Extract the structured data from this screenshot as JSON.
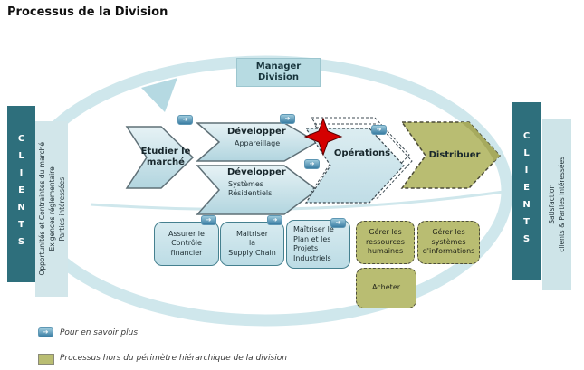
{
  "title": "Processus de la Division",
  "manager": {
    "lines": [
      "Manager",
      "Division"
    ]
  },
  "clients_left": {
    "label": "CLIENTS",
    "inputs": [
      "Opportunités et Contraintes du marché",
      "Exigences réglementaire",
      "Parties intéressées"
    ]
  },
  "clients_right": {
    "label": "CLIENTS",
    "outputs": [
      "Satisfaction",
      "clients & Parties intéressées"
    ]
  },
  "flow": {
    "etudier": {
      "label": "Etudier le marché"
    },
    "dev_appareillage": {
      "title": "Développer",
      "subtitle": "Appareillage"
    },
    "dev_systemes": {
      "title": "Développer",
      "subtitle_lines": [
        "Systèmes",
        "Résidentiels"
      ]
    },
    "operations": {
      "label": "Opérations"
    },
    "distribuer": {
      "label": "Distribuer"
    }
  },
  "support_boxes": [
    {
      "lines": [
        "Assurer le",
        "Contrôle",
        "financier"
      ]
    },
    {
      "lines": [
        "Maitriser",
        "la",
        "Supply Chain"
      ]
    },
    {
      "lines": [
        "Maîtriser le",
        "Plan et les",
        "Projets",
        "Industriels"
      ]
    }
  ],
  "external_boxes": [
    {
      "lines": [
        "Gérer les",
        "ressources",
        "humaines"
      ]
    },
    {
      "lines": [
        "Gérer les",
        "systèmes",
        "d'informations"
      ]
    },
    {
      "lines": [
        "Acheter"
      ]
    }
  ],
  "legend": {
    "info": "Pour en savoir plus",
    "external": "Processus hors du périmètre hiérarchique de la division"
  },
  "icons": {
    "info_button_glyph": "➔"
  },
  "colors": {
    "dark_teal": "#2e6f7c",
    "light_teal_panel": "#d2e6ea",
    "ring": "#cfe7ec",
    "chevron_fill": "#c9e2ea",
    "olive": "#b9bd72",
    "info_button": "#3a7da3",
    "star_red": "#d40000"
  }
}
